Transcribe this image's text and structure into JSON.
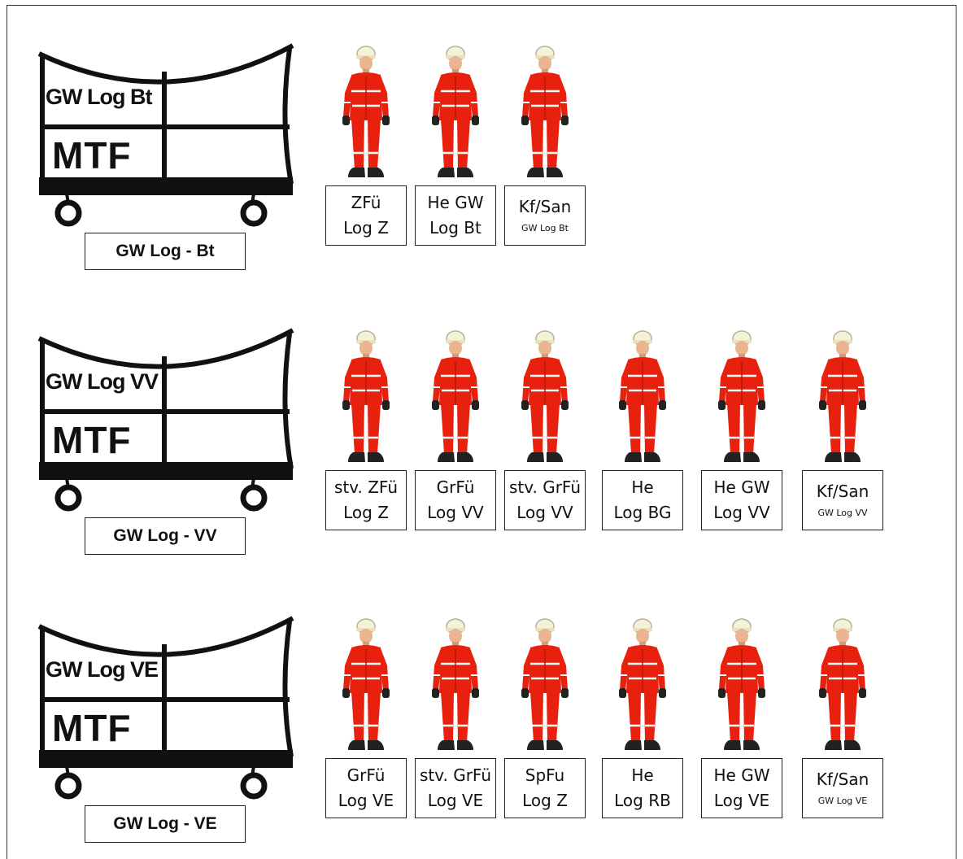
{
  "units": [
    {
      "vehicle": {
        "top_text": "GW Log Bt",
        "bottom_text": "MTF",
        "label": "GW Log - Bt"
      },
      "crew": [
        {
          "line1": "ZFü",
          "line2": "Log Z",
          "small": false
        },
        {
          "line1": "He GW",
          "line2": "Log Bt",
          "small": false
        },
        {
          "line1": "Kf/San",
          "line2": "GW Log Bt",
          "small": true
        }
      ]
    },
    {
      "vehicle": {
        "top_text": "GW Log VV",
        "bottom_text": "MTF",
        "label": "GW Log - VV"
      },
      "crew": [
        {
          "line1": "stv. ZFü",
          "line2": "Log Z",
          "small": false
        },
        {
          "line1": "GrFü",
          "line2": "Log VV",
          "small": false
        },
        {
          "line1": "stv. GrFü",
          "line2": "Log VV",
          "small": false
        },
        {
          "line1": "He",
          "line2": "Log BG",
          "small": false
        },
        {
          "line1": "He GW",
          "line2": "Log VV",
          "small": false
        },
        {
          "line1": "Kf/San",
          "line2": "GW Log VV",
          "small": true
        }
      ]
    },
    {
      "vehicle": {
        "top_text": "GW Log VE",
        "bottom_text": "MTF",
        "label": "GW Log - VE"
      },
      "crew": [
        {
          "line1": "GrFü",
          "line2": "Log VE",
          "small": false
        },
        {
          "line1": "stv. GrFü",
          "line2": "Log VE",
          "small": false
        },
        {
          "line1": "SpFu",
          "line2": "Log Z",
          "small": false
        },
        {
          "line1": "He",
          "line2": "Log RB",
          "small": false
        },
        {
          "line1": "He GW",
          "line2": "Log VE",
          "small": false
        },
        {
          "line1": "Kf/San",
          "line2": "GW Log VE",
          "small": true
        }
      ]
    }
  ],
  "icons": {
    "vehicle": "vehicle-trailer-icon",
    "person": "firefighter-icon"
  },
  "colors": {
    "uniform": "#e8200e",
    "helmet": "#f4f2d8",
    "stripe": "#ffffff",
    "ink": "#111111"
  }
}
